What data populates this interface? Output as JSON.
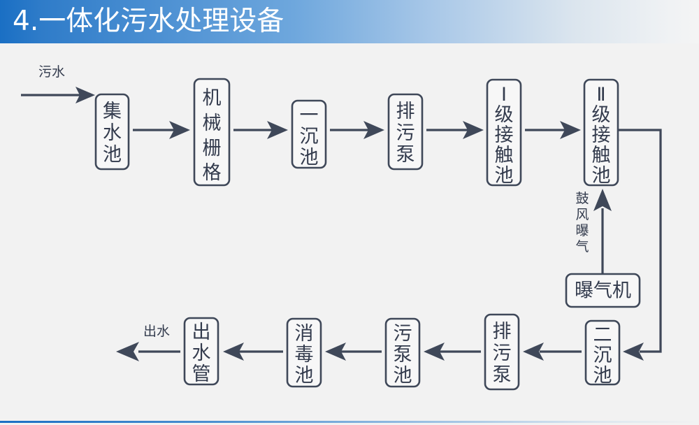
{
  "header": {
    "title": "4.一体化污水处理设备",
    "accent_color": "#1a6fc4",
    "gradient_end_color": "#f4f4f4"
  },
  "canvas": {
    "background_color": "#f2f2f2",
    "stroke_color": "#3f4859",
    "node_fill_color": "#f7f7f7",
    "text_color": "#333b4d"
  },
  "diagram": {
    "type": "process-flowchart",
    "orientation": "serpentine-two-rows",
    "nodes": [
      {
        "id": "n1",
        "label": "集水池",
        "chars": [
          "集",
          "水",
          "池"
        ],
        "orientation": "vertical",
        "row": "top",
        "order": 1
      },
      {
        "id": "n2",
        "label": "机械栅格",
        "chars": [
          "机",
          "械",
          "栅",
          "格"
        ],
        "orientation": "vertical",
        "row": "top",
        "order": 2
      },
      {
        "id": "n3",
        "label": "一沉池",
        "chars": [
          "一",
          "沉",
          "池"
        ],
        "orientation": "vertical",
        "row": "top",
        "order": 3
      },
      {
        "id": "n4",
        "label": "排污泵",
        "chars": [
          "排",
          "污",
          "泵"
        ],
        "orientation": "vertical",
        "row": "top",
        "order": 4
      },
      {
        "id": "n5",
        "label": "Ⅰ级接触池",
        "chars": [
          "Ⅰ",
          "级",
          "接",
          "触",
          "池"
        ],
        "orientation": "vertical",
        "row": "top",
        "order": 5
      },
      {
        "id": "n6",
        "label": "Ⅱ级接触池",
        "chars": [
          "Ⅱ",
          "级",
          "接",
          "触",
          "池"
        ],
        "orientation": "vertical",
        "row": "top",
        "order": 6
      },
      {
        "id": "n7",
        "label": "曝气机",
        "chars": [
          "曝气机"
        ],
        "orientation": "horizontal",
        "row": "middle",
        "order": 7
      },
      {
        "id": "n8",
        "label": "二沉池",
        "chars": [
          "二",
          "沉",
          "池"
        ],
        "orientation": "vertical",
        "row": "bottom",
        "order": 8
      },
      {
        "id": "n9",
        "label": "排污泵",
        "chars": [
          "排",
          "污",
          "泵"
        ],
        "orientation": "vertical",
        "row": "bottom",
        "order": 9
      },
      {
        "id": "n10",
        "label": "污泵池",
        "chars": [
          "污",
          "泵",
          "池"
        ],
        "orientation": "vertical",
        "row": "bottom",
        "order": 10
      },
      {
        "id": "n11",
        "label": "消毒池",
        "chars": [
          "消",
          "毒",
          "池"
        ],
        "orientation": "vertical",
        "row": "bottom",
        "order": 11
      },
      {
        "id": "n12",
        "label": "出水管",
        "chars": [
          "出",
          "水",
          "管"
        ],
        "orientation": "vertical",
        "row": "bottom",
        "order": 12
      }
    ],
    "edge_captions": {
      "inlet": "污水",
      "outlet": "出水",
      "aeration": "鼓风曝气",
      "aeration_chars": [
        "鼓",
        "风",
        "曝",
        "气"
      ]
    },
    "edges": [
      {
        "from": "inlet",
        "to": "n1",
        "direction": "right",
        "caption": "污水"
      },
      {
        "from": "n1",
        "to": "n2",
        "direction": "right"
      },
      {
        "from": "n2",
        "to": "n3",
        "direction": "right"
      },
      {
        "from": "n3",
        "to": "n4",
        "direction": "right"
      },
      {
        "from": "n4",
        "to": "n5",
        "direction": "right"
      },
      {
        "from": "n5",
        "to": "n6",
        "direction": "right"
      },
      {
        "from": "n6",
        "to": "n8",
        "direction": "down-then-left",
        "style": "elbow"
      },
      {
        "from": "n7",
        "to": "n6",
        "direction": "up",
        "caption": "鼓风曝气"
      },
      {
        "from": "n8",
        "to": "n9",
        "direction": "left"
      },
      {
        "from": "n9",
        "to": "n10",
        "direction": "left"
      },
      {
        "from": "n10",
        "to": "n11",
        "direction": "left"
      },
      {
        "from": "n11",
        "to": "n12",
        "direction": "left"
      },
      {
        "from": "n12",
        "to": "outlet",
        "direction": "left",
        "caption": "出水"
      }
    ]
  }
}
